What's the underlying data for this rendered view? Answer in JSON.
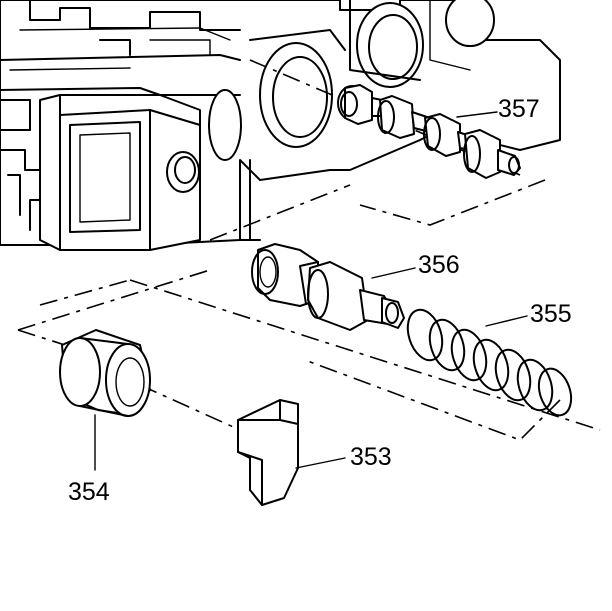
{
  "callouts": [
    {
      "id": "357",
      "label": "357"
    },
    {
      "id": "356",
      "label": "356"
    },
    {
      "id": "355",
      "label": "355"
    },
    {
      "id": "354",
      "label": "354"
    },
    {
      "id": "353",
      "label": "353"
    }
  ],
  "colors": {
    "ink": "#000000",
    "background": "#ffffff"
  }
}
